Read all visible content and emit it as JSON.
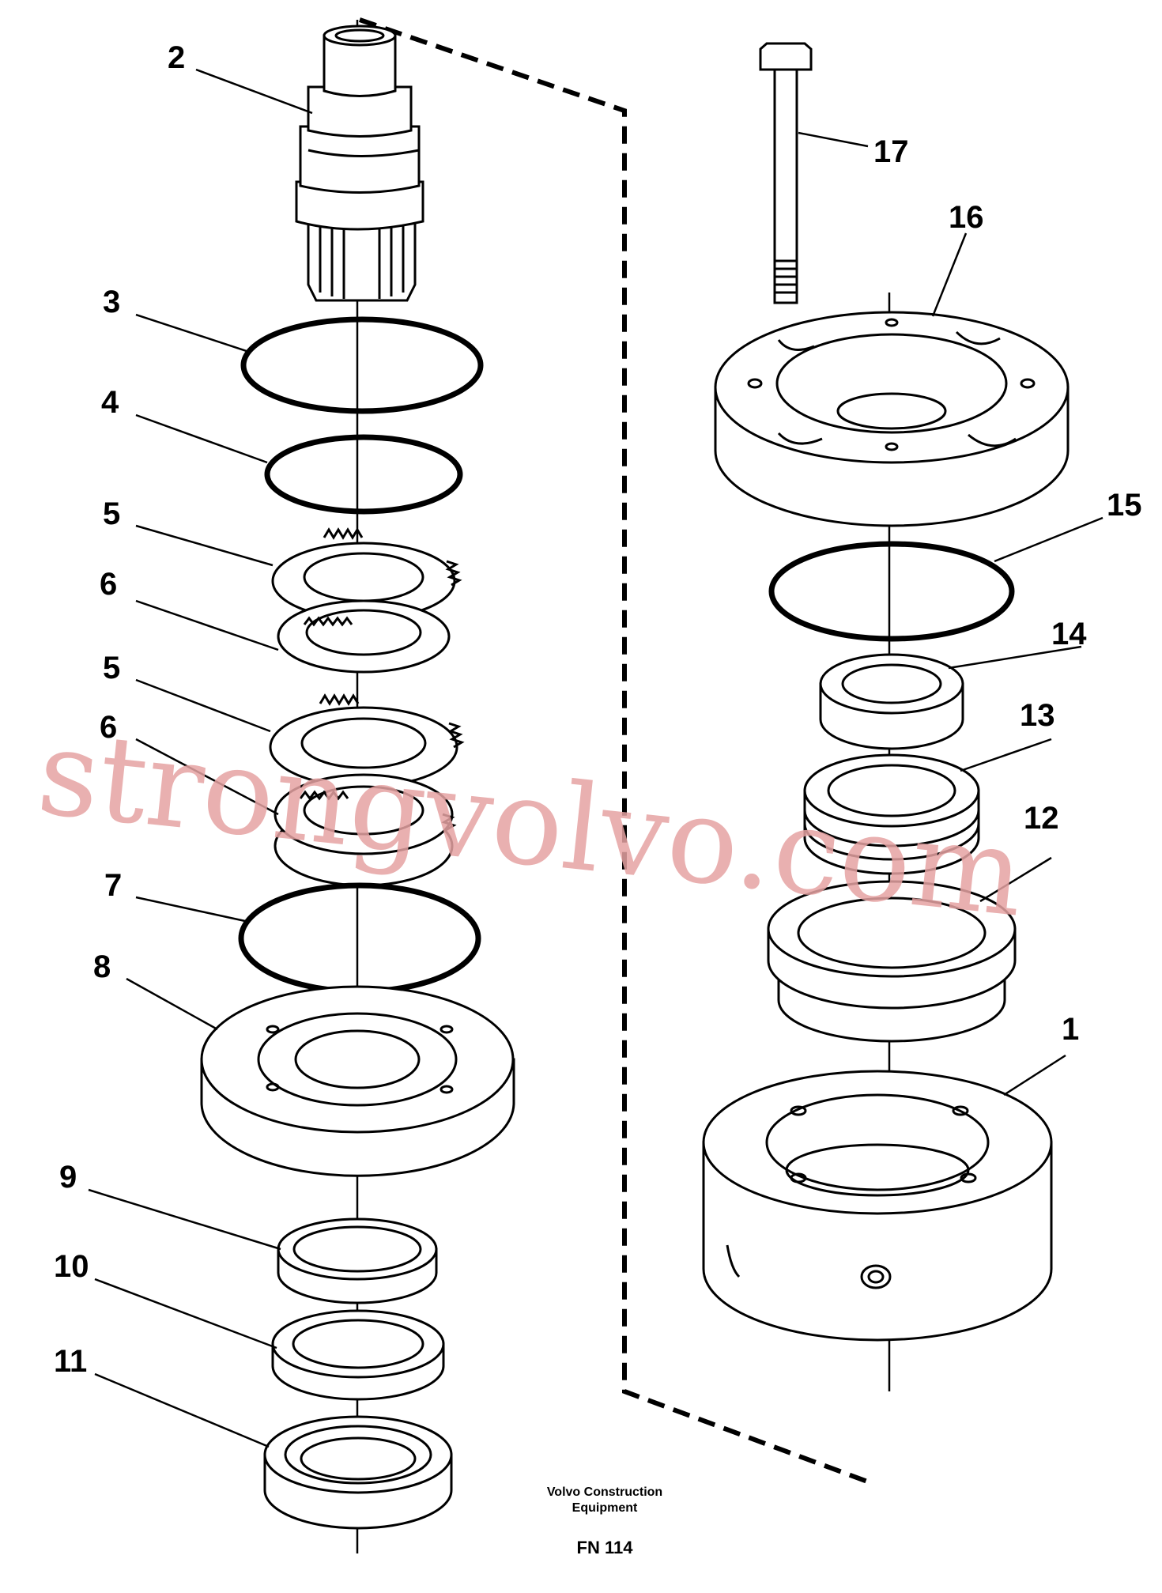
{
  "callouts": [
    "2",
    "3",
    "4",
    "5",
    "6",
    "5",
    "6",
    "7",
    "8",
    "9",
    "10",
    "11",
    "17",
    "16",
    "15",
    "14",
    "13",
    "12",
    "1"
  ],
  "watermark": "strongvolvo.com",
  "footer": {
    "maker_line1": "Volvo Construction",
    "maker_line2": "Equipment",
    "figure_code": "FN 114"
  }
}
